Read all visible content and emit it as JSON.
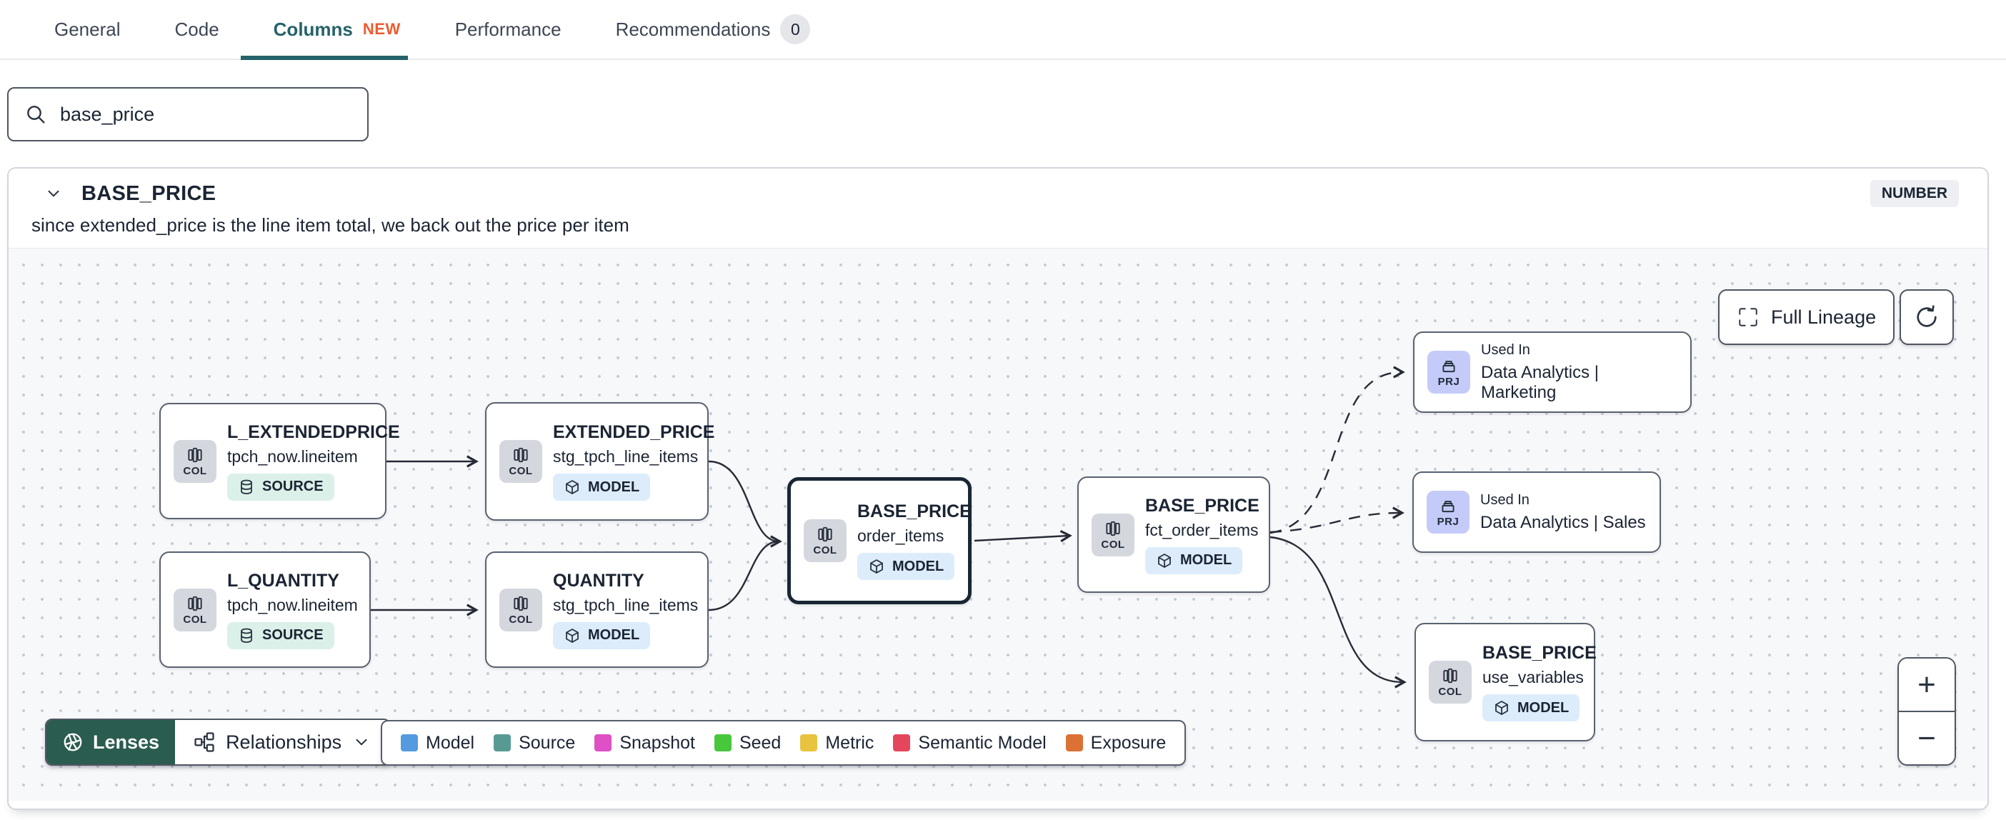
{
  "tabs": {
    "items": [
      {
        "label": "General"
      },
      {
        "label": "Code"
      },
      {
        "label": "Columns",
        "badge": "NEW",
        "active": true
      },
      {
        "label": "Performance"
      },
      {
        "label": "Recommendations",
        "count": "0"
      }
    ]
  },
  "search": {
    "value": "base_price"
  },
  "column_panel": {
    "name": "BASE_PRICE",
    "type": "NUMBER",
    "description": "since extended_price is the line item total, we back out the price per item"
  },
  "lineage": {
    "buttons": {
      "full_lineage": "Full Lineage",
      "lenses": "Lenses",
      "relationships": "Relationships",
      "zoom_in": "+",
      "zoom_out": "−"
    },
    "legend": [
      {
        "label": "Model",
        "color": "#549ade"
      },
      {
        "label": "Source",
        "color": "#579a94"
      },
      {
        "label": "Snapshot",
        "color": "#df4fc5"
      },
      {
        "label": "Seed",
        "color": "#47c73c"
      },
      {
        "label": "Metric",
        "color": "#e7c33f"
      },
      {
        "label": "Semantic Model",
        "color": "#e4475c"
      },
      {
        "label": "Exposure",
        "color": "#dc7135"
      }
    ],
    "nodes": [
      {
        "chip": "COL",
        "title": "L_EXTENDEDPRICE",
        "subtitle": "tpch_now.lineitem",
        "badge": "SOURCE"
      },
      {
        "chip": "COL",
        "title": "EXTENDED_PRICE",
        "subtitle": "stg_tpch_line_items",
        "badge": "MODEL"
      },
      {
        "chip": "COL",
        "title": "L_QUANTITY",
        "subtitle": "tpch_now.lineitem",
        "badge": "SOURCE"
      },
      {
        "chip": "COL",
        "title": "QUANTITY",
        "subtitle": "stg_tpch_line_items",
        "badge": "MODEL"
      },
      {
        "chip": "COL",
        "title": "BASE_PRICE",
        "subtitle": "order_items",
        "badge": "MODEL",
        "selected": true
      },
      {
        "chip": "COL",
        "title": "BASE_PRICE",
        "subtitle": "fct_order_items",
        "badge": "MODEL"
      },
      {
        "chip": "PRJ",
        "context": "Used In",
        "title": "Data Analytics | Marketing"
      },
      {
        "chip": "PRJ",
        "context": "Used In",
        "title": "Data Analytics | Sales"
      },
      {
        "chip": "COL",
        "title": "BASE_PRICE",
        "subtitle": "use_variables",
        "badge": "MODEL"
      }
    ],
    "colors": {
      "accent_teal": "#256269",
      "new_badge_orange": "#ee5b2e",
      "lenses_green": "#2b5c50"
    }
  }
}
